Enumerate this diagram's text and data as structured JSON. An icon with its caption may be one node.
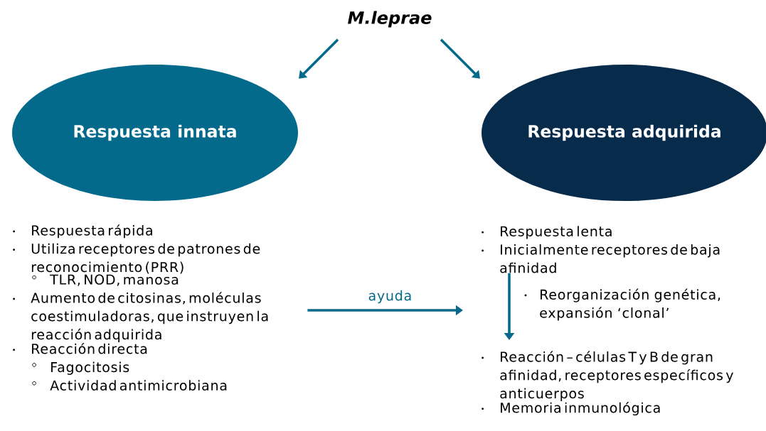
{
  "diagram": {
    "nodes": [
      {
        "text": [
          "M.leprae"
        ]
      },
      {
        "text": [
          "Respuesta innata"
        ]
      },
      {
        "text": [
          "Respuesta adquirida"
        ]
      },
      {
        "text": [
          "Respuesta rápida",
          "Utiliza receptores de patrones de reconocimiento (PRR)",
          "TLR, NOD, manosa",
          "Aumento de citosinas, moléculas coestimuladoras, que instruyen la reacción adquirida",
          "Reacción directa",
          "Fagocitosis",
          "Actividad antimicrobiana"
        ]
      },
      {
        "text": [
          "Respuesta lenta",
          "Inicialmente receptores de baja afinidad"
        ]
      },
      {
        "text": [
          "Reacción – células T y B de gran afinidad, receptores específicos y anticuerpos",
          "Memoria inmunológica"
        ]
      }
    ],
    "edges": [
      {
        "from": 0,
        "to": 1,
        "arrow": "to"
      },
      {
        "from": 0,
        "to": 2,
        "arrow": "to"
      },
      {
        "from": 3,
        "to": 4,
        "arrow": "to",
        "label": "ayuda"
      },
      {
        "from": 4,
        "to": 5,
        "arrow": "to",
        "label": "Reorganización genética, expansión  ‘clonal’"
      }
    ]
  }
}
